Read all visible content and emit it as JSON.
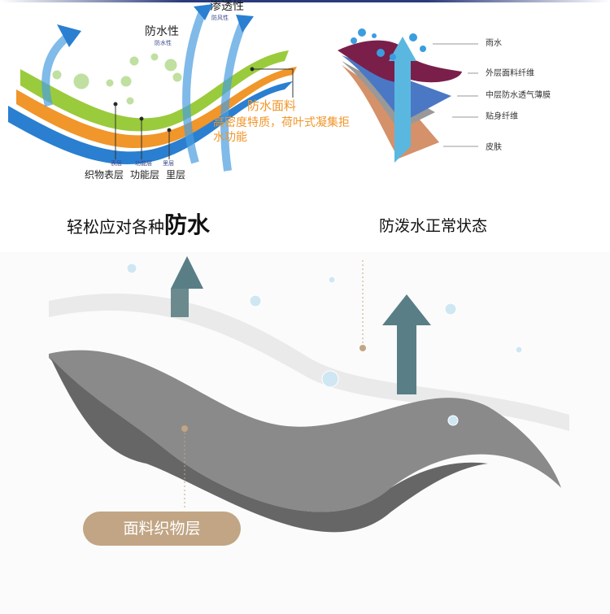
{
  "left_diagram": {
    "breathability": "渗透性",
    "breathability_sub": "防风性",
    "waterproof": "防水性",
    "waterproof_sub": "防水性",
    "fabric_title": "防水面料",
    "fabric_desc_1": "高密度特质，荷叶式凝集拒",
    "fabric_desc_2": "水功能",
    "layers": [
      {
        "label": "织物表层",
        "sub": "表层"
      },
      {
        "label": "功能层",
        "sub": "功能层"
      },
      {
        "label": "里层",
        "sub": "里层"
      }
    ],
    "caption_prefix": "轻松应对各种",
    "caption_bold": "防水"
  },
  "right_diagram": {
    "labels": [
      "雨水",
      "外层面料纤维",
      "中层防水透气薄膜",
      "贴身纤维",
      "皮肤"
    ],
    "caption": "防泼水正常状态"
  },
  "bottom_diagram": {
    "label": "面料织物层"
  },
  "colors": {
    "green": "#8cc63f",
    "orange": "#f0962a",
    "blue": "#2a7fd0",
    "pill": "#c1a584"
  }
}
